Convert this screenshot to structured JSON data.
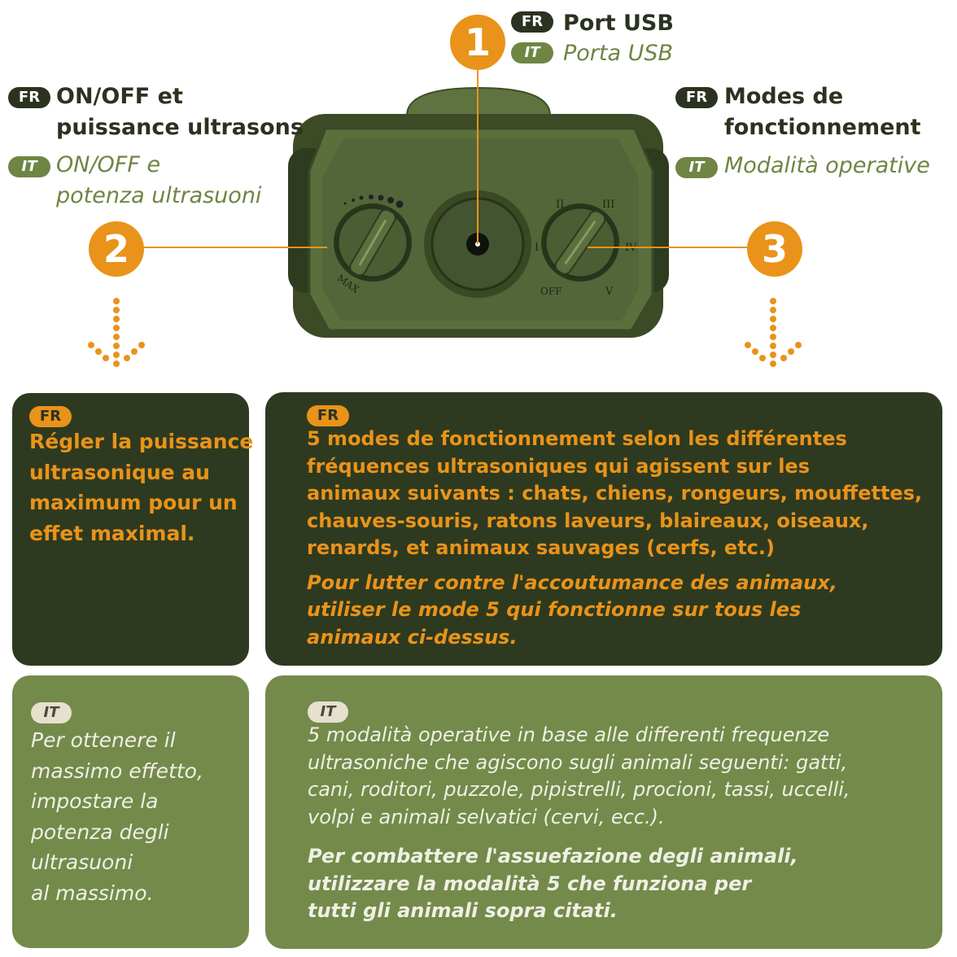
{
  "callout1": {
    "number": "1",
    "fr_badge": "FR",
    "fr_label": "Port USB",
    "it_badge": "IT",
    "it_label": "Porta USB"
  },
  "callout2": {
    "number": "2",
    "fr_badge": "FR",
    "fr_lines": [
      "ON/OFF et",
      "puissance ultrasons"
    ],
    "it_badge": "IT",
    "it_lines": [
      "ON/OFF e",
      "potenza ultrasuoni"
    ]
  },
  "callout3": {
    "number": "3",
    "fr_badge": "FR",
    "fr_lines": [
      "Modes de",
      "fonctionnement"
    ],
    "it_badge": "IT",
    "it_label": "Modalità operative"
  },
  "device": {
    "left_knob_label": "MAX",
    "right_knob_labels": [
      "II",
      "III",
      "I",
      "IV",
      "OFF",
      "V"
    ]
  },
  "panels": {
    "fr_left": {
      "badge": "FR",
      "lines": [
        "Régler la puissance",
        "ultrasonique au",
        "maximum pour un",
        "effet maximal."
      ]
    },
    "fr_right": {
      "badge": "FR",
      "lines": [
        "5 modes de fonctionnement selon les différentes",
        "fréquences ultrasoniques qui agissent sur les",
        "animaux suivants : chats, chiens, rongeurs, mouffettes,",
        "chauves-souris, ratons laveurs, blaireaux, oiseaux,",
        "renards, et animaux sauvages (cerfs, etc.)"
      ],
      "emphasis_lines": [
        "Pour lutter contre l'accoutumance des animaux,",
        "utiliser le mode 5 qui fonctionne sur tous les",
        "animaux ci-dessus."
      ]
    },
    "it_left": {
      "badge": "IT",
      "lines": [
        "Per ottenere il",
        "massimo effetto,",
        "impostare la",
        "potenza degli",
        "ultrasuoni",
        "al massimo."
      ]
    },
    "it_right": {
      "badge": "IT",
      "lines": [
        "5 modalità operative in base alle differenti frequenze",
        "ultrasoniche che agiscono sugli animali seguenti: gatti,",
        "cani, roditori, puzzole, pipistrelli, procioni, tassi, uccelli,",
        "volpi e animali selvatici (cervi, ecc.)."
      ],
      "emphasis_lines": [
        "Per combattere l'assuefazione degli animali,",
        "utilizzare la modalità 5 che funziona per",
        "tutti gli animali sopra citati."
      ]
    }
  },
  "colors": {
    "dark_green": "#2e3a1f",
    "olive_green": "#748a4b",
    "orange": "#e9931a",
    "device_green": "#4f6335"
  }
}
